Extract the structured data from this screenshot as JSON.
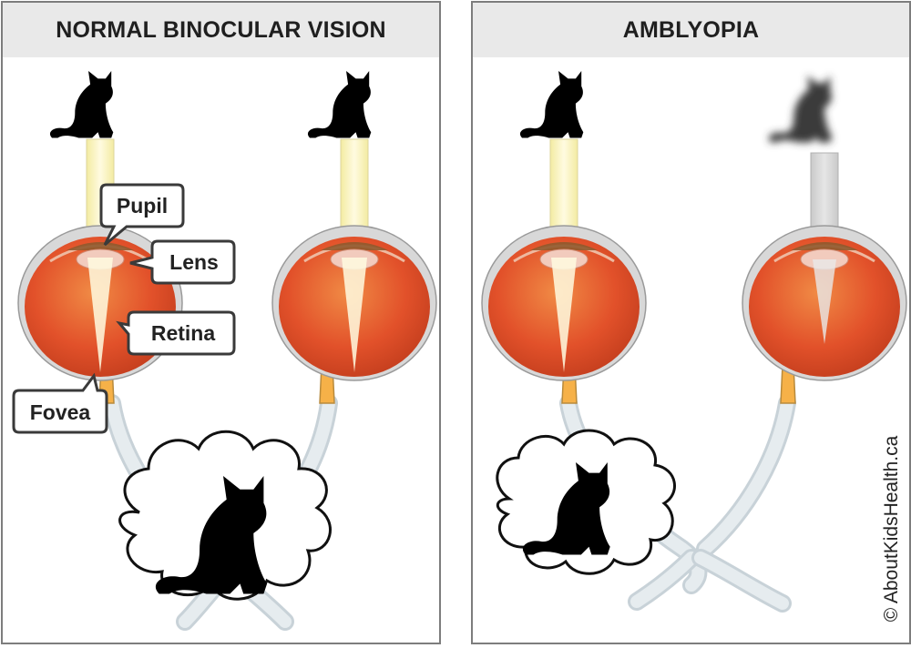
{
  "left_panel": {
    "title": "NORMAL BINOCULAR VISION"
  },
  "right_panel": {
    "title": "AMBLYOPIA"
  },
  "labels": {
    "pupil": "Pupil",
    "lens": "Lens",
    "retina": "Retina",
    "fovea": "Fovea"
  },
  "credit": "© AboutKidsHealth.ca",
  "colors": {
    "eye_orange": "#e2512a",
    "light_beam": "#fbf7c8",
    "optic_nerve": "#f6b148",
    "nerve_path": "#dfe6ea",
    "header_bg": "#e9e9e9",
    "border": "#7d7d7d"
  }
}
